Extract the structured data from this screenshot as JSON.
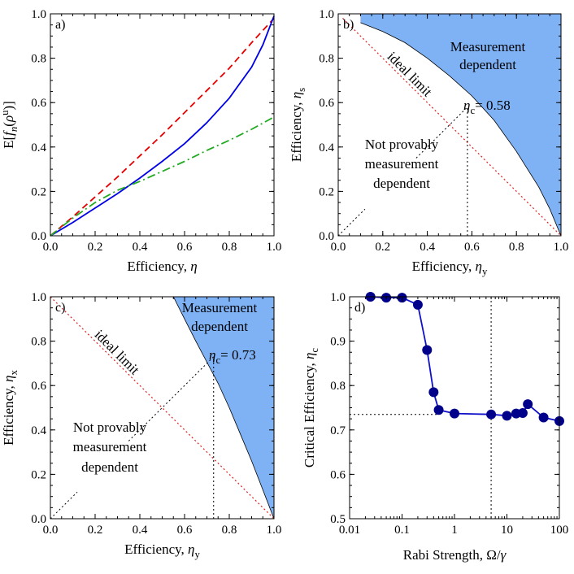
{
  "chart_data": [
    {
      "id": "a",
      "type": "line",
      "panel_label": "a)",
      "xlabel": "Efficiency, η",
      "ylabel": "E[f_n(ρ^u)]",
      "xlim": [
        0,
        1
      ],
      "ylim": [
        0,
        1
      ],
      "xticks": [
        "0.0",
        "0.2",
        "0.4",
        "0.6",
        "0.8",
        "1.0"
      ],
      "yticks": [
        "0.0",
        "0.2",
        "0.4",
        "0.6",
        "0.8",
        "1.0"
      ],
      "grid": false,
      "colors": {
        "solid": "#0000e6",
        "dashed": "#e60000",
        "dashdot": "#22aa22"
      },
      "series": [
        {
          "style": "dashed",
          "x": [
            0,
            0.1,
            0.2,
            0.3,
            0.4,
            0.5,
            0.6,
            0.7,
            0.8,
            0.9,
            1.0
          ],
          "y": [
            0,
            0.085,
            0.175,
            0.265,
            0.36,
            0.455,
            0.555,
            0.655,
            0.755,
            0.87,
            0.98
          ]
        },
        {
          "style": "solid",
          "x": [
            0,
            0.1,
            0.2,
            0.3,
            0.4,
            0.5,
            0.6,
            0.7,
            0.8,
            0.9,
            0.95,
            1.0
          ],
          "y": [
            0,
            0.06,
            0.125,
            0.19,
            0.26,
            0.335,
            0.415,
            0.51,
            0.62,
            0.76,
            0.86,
            0.99
          ]
        },
        {
          "style": "dashdot",
          "x": [
            0,
            0.1,
            0.2,
            0.3,
            0.4,
            0.5,
            0.6,
            0.7,
            0.8,
            0.9,
            1.0
          ],
          "y": [
            0,
            0.08,
            0.15,
            0.205,
            0.245,
            0.29,
            0.335,
            0.385,
            0.43,
            0.48,
            0.535
          ]
        }
      ]
    },
    {
      "id": "b",
      "type": "area",
      "panel_label": "b)",
      "xlabel": "Efficiency, η_y",
      "ylabel": "Efficiency, η_s",
      "xlim": [
        0,
        1
      ],
      "ylim": [
        0,
        1
      ],
      "xticks": [
        "0.0",
        "0.2",
        "0.4",
        "0.6",
        "0.8",
        "1.0"
      ],
      "yticks": [
        "0.0",
        "0.2",
        "0.4",
        "0.6",
        "0.8",
        "1.0"
      ],
      "fill_color": "#7fb2f5",
      "boundary": {
        "x": [
          0.1,
          0.2,
          0.3,
          0.4,
          0.5,
          0.6,
          0.7,
          0.8,
          0.9,
          0.95,
          1.0
        ],
        "y": [
          0.96,
          0.92,
          0.87,
          0.8,
          0.72,
          0.63,
          0.52,
          0.38,
          0.22,
          0.12,
          0.0
        ]
      },
      "fill_top": 1.0,
      "ideal_limit": {
        "label": "ideal limit",
        "x": [
          0.02,
          1.0
        ],
        "y": [
          0.98,
          0.0
        ]
      },
      "critical": {
        "text": "η_c= 0.58",
        "value": 0.58
      },
      "region_label": [
        "Measurement",
        "dependent"
      ],
      "other_label": [
        "Not provably",
        "measurement",
        "dependent"
      ]
    },
    {
      "id": "c",
      "type": "area",
      "panel_label": "c)",
      "xlabel": "Efficiency, η_y",
      "ylabel": "Efficiency, η_x",
      "xlim": [
        0,
        1
      ],
      "ylim": [
        0,
        1
      ],
      "xticks": [
        "0.0",
        "0.2",
        "0.4",
        "0.6",
        "0.8",
        "1.0"
      ],
      "yticks": [
        "0.0",
        "0.2",
        "0.4",
        "0.6",
        "0.8",
        "1.0"
      ],
      "fill_color": "#7fb2f5",
      "boundary": {
        "x": [
          0.55,
          0.6,
          0.65,
          0.7,
          0.75,
          0.8,
          0.85,
          0.9,
          0.95,
          1.0
        ],
        "y": [
          1.0,
          0.9,
          0.8,
          0.705,
          0.61,
          0.5,
          0.38,
          0.26,
          0.13,
          0.0
        ]
      },
      "fill_right": 1.0,
      "ideal_limit": {
        "label": "ideal limit",
        "x": [
          0.0,
          1.0
        ],
        "y": [
          1.0,
          0.0
        ]
      },
      "critical": {
        "text": "η_c= 0.73",
        "value": 0.73
      },
      "region_label": [
        "Measurement",
        "dependent"
      ],
      "other_label": [
        "Not provably",
        "measurement",
        "dependent"
      ]
    },
    {
      "id": "d",
      "type": "scatter",
      "panel_label": "d)",
      "xlabel": "Rabi Strength, Ω/γ",
      "ylabel": "Critical Efficiency, η_c",
      "xscale": "log",
      "xlim": [
        0.01,
        100
      ],
      "ylim": [
        0.5,
        1.0
      ],
      "xticks": [
        "0.01",
        "0.1",
        "1",
        "10",
        "100"
      ],
      "yticks": [
        "0.5",
        "0.6",
        "0.7",
        "0.8",
        "0.9",
        "1.0"
      ],
      "color": "#00008b",
      "reference_x": 5,
      "reference_y": 0.735,
      "x": [
        0.025,
        0.05,
        0.1,
        0.2,
        0.3,
        0.4,
        0.5,
        1,
        5,
        10,
        15,
        20,
        25,
        50,
        100
      ],
      "y": [
        1.0,
        0.998,
        0.998,
        0.982,
        0.88,
        0.785,
        0.745,
        0.737,
        0.735,
        0.732,
        0.737,
        0.738,
        0.758,
        0.728,
        0.72
      ]
    }
  ]
}
